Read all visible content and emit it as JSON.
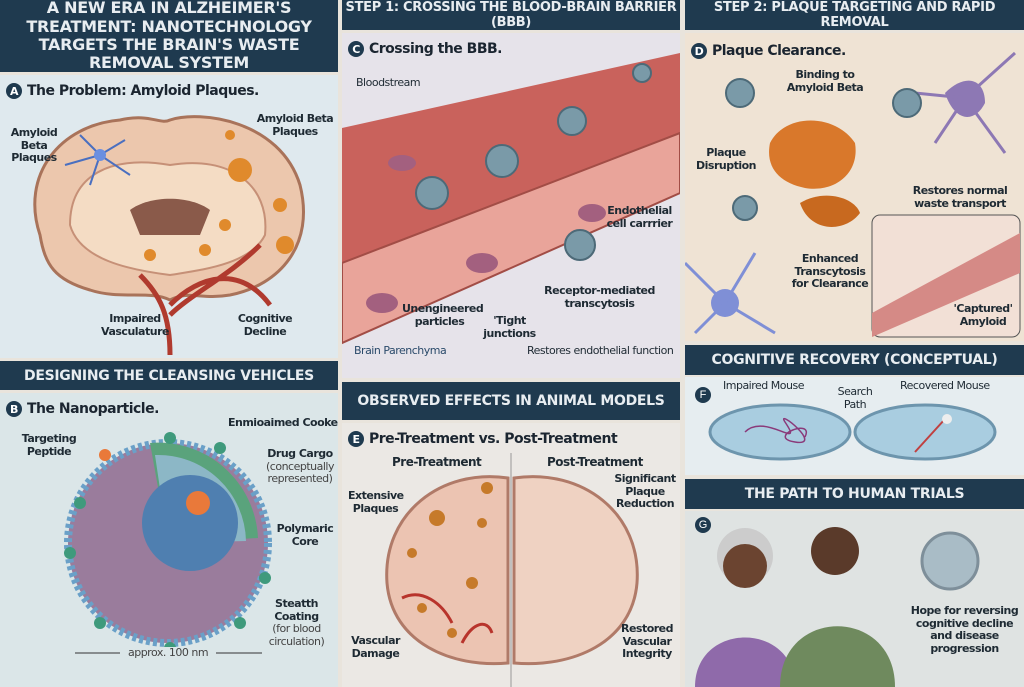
{
  "title": "A NEW ERA IN ALZHEIMER'S TREATMENT: NANOTECHNOLOGY TARGETS THE BRAIN'S WASTE REMOVAL SYSTEM",
  "step1_header": "STEP 1: CROSSING THE BLOOD-BRAIN BARRIER (BBB)",
  "step2_header": "STEP 2: PLAQUE TARGETING AND RAPID REMOVAL",
  "panelA": {
    "badge": "A",
    "title": "The Problem: Amyloid Plaques.",
    "labels": {
      "amyloid_left": "Amyloid Beta Plaques",
      "amyloid_right": "Amyloid Beta Plaques",
      "vasculature": "Impaired Vasculature",
      "cognitive": "Cognitive Decline"
    }
  },
  "designing_header": "DESIGNING THE CLEANSING VEHICLES",
  "panelB": {
    "badge": "B",
    "title": "The Nanoparticle.",
    "labels": {
      "targeting": "Targeting Peptide",
      "env": "Enmioaimed Cooke",
      "drug": "Drug Cargo",
      "drug_sub": "(conceptually represented)",
      "core": "Polymaric Core",
      "stealth": "Steatth Coating",
      "stealth_sub": "(for blood circulation)",
      "scale": "approx. 100 nm"
    }
  },
  "panelC": {
    "badge": "C",
    "title": "Crossing the BBB.",
    "labels": {
      "bloodstream": "Bloodstream",
      "endothelial": "Endothelial cell carrrier",
      "unengineered": "Unengineered particles",
      "tight": "'Tight junctions",
      "receptor": "Receptor-mediated transcytosis",
      "parenchyma": "Brain Parenchyma",
      "restores": "Restores endothelial function"
    }
  },
  "observed_header": "OBSERVED EFFECTS IN ANIMAL MODELS",
  "panelE": {
    "badge": "E",
    "title": "Pre-Treatment vs. Post-Treatment",
    "pre": "Pre-Treatment",
    "post": "Post-Treatment",
    "labels": {
      "extensive": "Extensive Plaques",
      "vascular": "Vascular Damage",
      "reduction": "Significant Plaque Reduction",
      "restored": "Restored Vascular Integrity"
    }
  },
  "panelD": {
    "badge": "D",
    "title": "Plaque Clearance.",
    "labels": {
      "binding": "Binding to Amyloid Beta",
      "disruption": "Plaque Disruption",
      "restores": "Restores normal waste transport",
      "enhanced": "Enhanced Transcytosis for Clearance",
      "captured": "'Captured' Amyloid"
    }
  },
  "cognitive_header": "COGNITIVE RECOVERY (CONCEPTUAL)",
  "panelF": {
    "badge": "F",
    "impaired": "Impaired Mouse",
    "search": "Search Path",
    "recovered": "Recovered Mouse"
  },
  "trials_header": "THE PATH TO HUMAN TRIALS",
  "panelG": {
    "badge": "G",
    "hope": "Hope for reversing cognitive decline and disease progression"
  }
}
